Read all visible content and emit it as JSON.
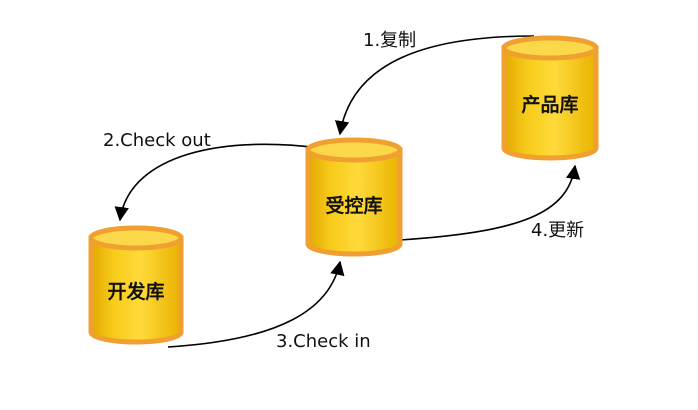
{
  "repositories": {
    "product": "产品库",
    "controlled": "受控库",
    "development": "开发库"
  },
  "arrows": {
    "copy": "1.复制",
    "checkout": "2.Check out",
    "checkin": "3.Check in",
    "update": "4.更新"
  },
  "colors": {
    "cylinder_fill": "#F5C400",
    "cylinder_rim": "#F0A030",
    "cylinder_top": "#FAD84A"
  }
}
